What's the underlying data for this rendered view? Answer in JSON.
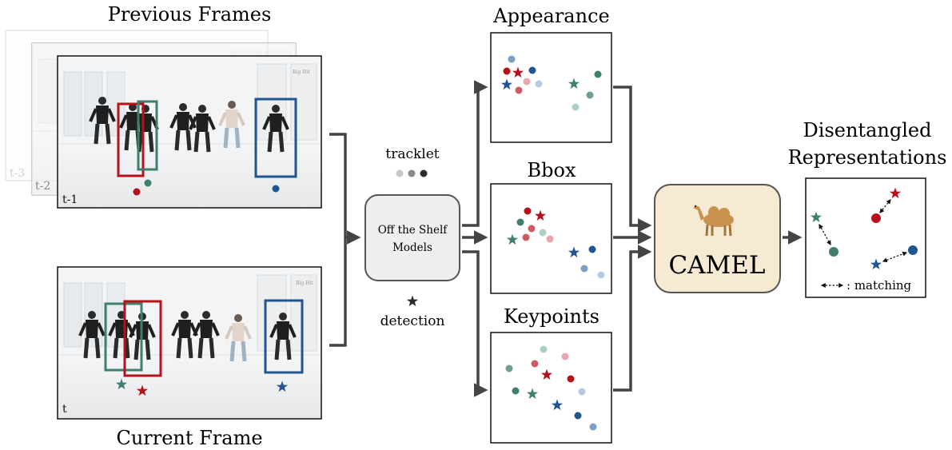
{
  "title": "",
  "labels": {
    "previous_frames": "Previous Frames",
    "current_frame": "Current Frame",
    "frame_t3": "t-3",
    "frame_t2": "t-2",
    "frame_t1": "t-1",
    "frame_t": "t",
    "tracklet": "tracklet",
    "detection": "detection",
    "models_line1": "Off the Shelf",
    "models_line2": "Models",
    "appearance": "Appearance",
    "bbox": "Bbox",
    "keypoints": "Keypoints",
    "camel": "CAMEL",
    "disentangled_line1": "Disentangled",
    "disentangled_line2": "Representations",
    "matching": ": matching",
    "watermark": "Big Hit"
  },
  "colors": {
    "red": "#b5121b",
    "red_light": "#d05a62",
    "pink": "#e8a7ad",
    "teal": "#3f7f6e",
    "teal_light": "#aacfc5",
    "blue": "#1f5590",
    "blue_light": "#7aa0c4",
    "blue_pale": "#b7cbe0",
    "grey_tracklet": [
      "#c8c8c8",
      "#8a8a8a",
      "#2b2b2b"
    ],
    "camel_bg": "#f6ead3",
    "models_bg": "#efefef",
    "arrow": "#444444"
  },
  "icons": {
    "camel": "camel-emoji-icon",
    "star": "detection-star-icon"
  }
}
